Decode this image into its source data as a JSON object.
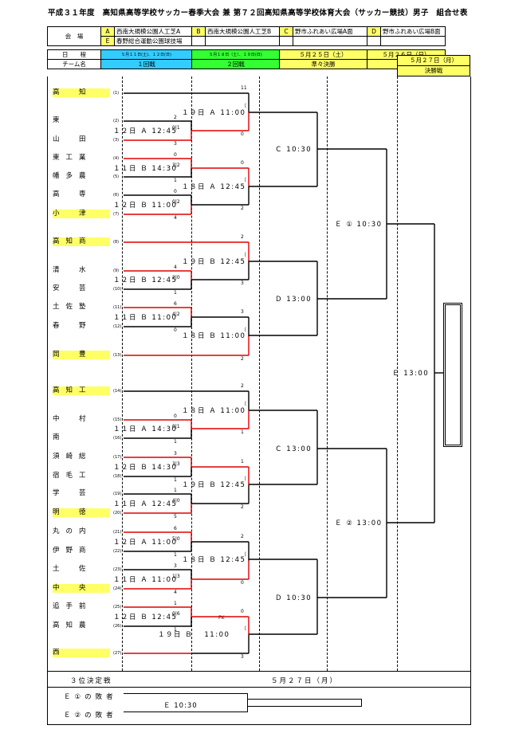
{
  "title": "平成３１年度　高知県高等学校サッカー春季大会 兼 第７２回高知県高等学校体育大会（サッカー競技）男子　組合せ表",
  "venue_label": "会　場",
  "venues": [
    {
      "code": "A",
      "name": "西南大規模公園人工芝A"
    },
    {
      "code": "B",
      "name": "西南大規模公園人工芝B"
    },
    {
      "code": "C",
      "name": "野市ふれあい広場A面"
    },
    {
      "code": "D",
      "name": "野市ふれあい広場B面"
    },
    {
      "code": "E",
      "name": "春野総合運動公園球技場"
    }
  ],
  "schedule_label": "日　　程",
  "team_label": "チーム名",
  "rounds": [
    {
      "date": "５月１１日(土)、１２日(日)",
      "name": "１回戦"
    },
    {
      "date": "５月１８日（土）、１９日(日)",
      "name": "２回戦"
    },
    {
      "date": "５月２５日（土）",
      "name": "準々決勝"
    },
    {
      "date": "５月２６日（日）",
      "name": "準決勝"
    },
    {
      "date": "５月２７日（月）",
      "name": "決勝戦"
    }
  ],
  "teams": [
    {
      "name": "高　知",
      "no": "(1)",
      "hl": true
    },
    {
      "name": "東",
      "no": "(2)",
      "hl": false
    },
    {
      "name": "山　田",
      "no": "(3)",
      "hl": false
    },
    {
      "name": "東工業",
      "no": "(4)",
      "hl": false
    },
    {
      "name": "幡多農",
      "no": "(5)",
      "hl": false
    },
    {
      "name": "高　専",
      "no": "(6)",
      "hl": false
    },
    {
      "name": "小　津",
      "no": "(7)",
      "hl": true
    },
    {
      "name": "高知商",
      "no": "(8)",
      "hl": true
    },
    {
      "name": "清　水",
      "no": "(9)",
      "hl": false
    },
    {
      "name": "安　芸",
      "no": "(10)",
      "hl": false
    },
    {
      "name": "土佐塾",
      "no": "(11)",
      "hl": false
    },
    {
      "name": "春　野",
      "no": "(12)",
      "hl": false
    },
    {
      "name": "岡　豊",
      "no": "(13)",
      "hl": true
    },
    {
      "name": "高知工",
      "no": "(14)",
      "hl": true
    },
    {
      "name": "中　村",
      "no": "(15)",
      "hl": false
    },
    {
      "name": "南",
      "no": "(16)",
      "hl": false
    },
    {
      "name": "須崎総",
      "no": "(17)",
      "hl": false
    },
    {
      "name": "宿毛工",
      "no": "(18)",
      "hl": false
    },
    {
      "name": "学　芸",
      "no": "(19)",
      "hl": false
    },
    {
      "name": "明　徳",
      "no": "(20)",
      "hl": true
    },
    {
      "name": "丸の内",
      "no": "(21)",
      "hl": false
    },
    {
      "name": "伊野商",
      "no": "(22)",
      "hl": false
    },
    {
      "name": "土　佐",
      "no": "(23)",
      "hl": false
    },
    {
      "name": "中　央",
      "no": "(24)",
      "hl": true
    },
    {
      "name": "追手前",
      "no": "(25)",
      "hl": false
    },
    {
      "name": "高知農",
      "no": "(26)",
      "hl": false
    },
    {
      "name": "西",
      "no": "(27)",
      "hl": true
    }
  ],
  "matches_r1": [
    "１２日 Ａ 12:45",
    "１１日 Ｂ 14:30",
    "１２日 Ｂ 11:00",
    "１２日 Ｂ 12:45",
    "１１日 Ｂ 11:00",
    "１１日 Ａ 14:30",
    "１２日 Ｂ 14:30",
    "１１日 Ａ 12:45",
    "１２日 Ａ 11:00",
    "１１日 Ａ 11:00",
    "１２日 Ｂ 12:45"
  ],
  "matches_r2": [
    "１９日 Ａ 11:00",
    "１８日 Ａ 12:45",
    "１９日 Ｂ 12:45",
    "１８日 Ｂ 11:00",
    "１８日 Ａ 11:00",
    "１９日 Ｂ 12:45",
    "１８日 Ｂ 12:45",
    "１９日 Ｂ　 11:00"
  ],
  "matches_qf": [
    "Ｃ 10:30",
    "Ｄ 13:00",
    "Ｃ 13:00",
    "Ｄ 10:30"
  ],
  "matches_sf": [
    "Ｅ ① 10:30",
    "Ｅ ② 13:00"
  ],
  "match_final": "Ｅ 13:00",
  "third_place": {
    "label": "３位決定戦",
    "date": "５月２７日（月）",
    "team1": "Ｅ①の敗者",
    "team2": "Ｅ②の敗者",
    "match": "Ｅ 10:30"
  },
  "scores_r1": [
    [
      "2",
      "0",
      "1",
      "3"
    ],
    [
      "0",
      "3",
      "2",
      "1"
    ],
    [
      "0",
      "0",
      "2",
      "4"
    ],
    [
      "4",
      "2",
      "0",
      "1"
    ],
    [
      "6",
      "4",
      "2",
      "0"
    ],
    [
      "0",
      "0",
      "1",
      "1"
    ],
    [
      "3",
      "3",
      "3",
      "1"
    ],
    [
      "1",
      "4",
      "0",
      "5"
    ],
    [
      "6",
      "5",
      "0",
      "1"
    ],
    [
      "3",
      "1",
      "3",
      "4"
    ],
    [
      "1",
      "0",
      "6",
      "1"
    ]
  ],
  "scores_r2": [
    "11",
    "0",
    "2",
    "3",
    "2",
    "1",
    "2",
    "0",
    "3",
    "1",
    "2",
    "1"
  ],
  "pk_label": "PK"
}
